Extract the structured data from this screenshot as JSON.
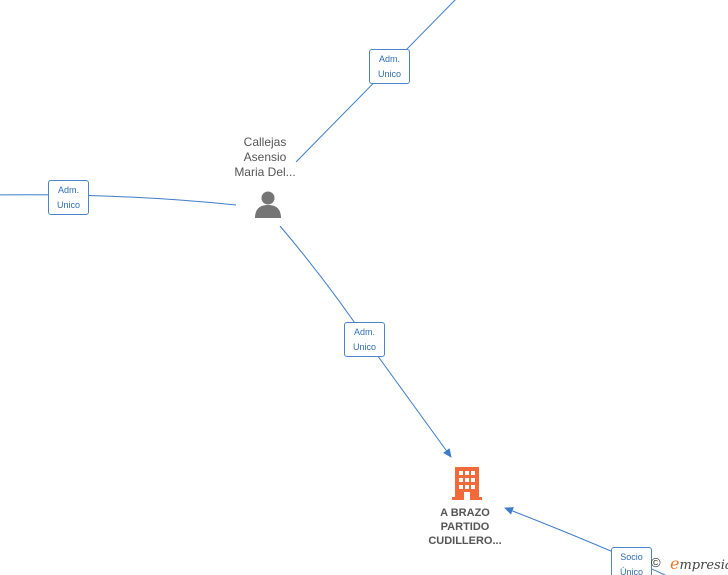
{
  "nodes": {
    "person": {
      "name_lines": [
        "Callejas",
        "Asensio",
        "Maria Del..."
      ],
      "icon": "person-icon",
      "color": "#757575"
    },
    "company": {
      "name_lines": [
        "A BRAZO",
        "PARTIDO",
        "CUDILLERO..."
      ],
      "icon": "building-icon",
      "color": "#f26a3a"
    }
  },
  "edges": [
    {
      "label_lines": [
        "Adm.",
        "Unico"
      ]
    },
    {
      "label_lines": [
        "Adm.",
        "Unico"
      ]
    },
    {
      "label_lines": [
        "Adm.",
        "Unico"
      ]
    },
    {
      "label_lines": [
        "Socio",
        "Único"
      ]
    }
  ],
  "colors": {
    "edge": "#3d7cc9",
    "edge_label_border": "#4a86c8",
    "edge_label_text": "#2f6db5"
  },
  "footer": {
    "copyright_symbol": "©",
    "brand_initial": "e",
    "brand_rest": "mpresia"
  }
}
